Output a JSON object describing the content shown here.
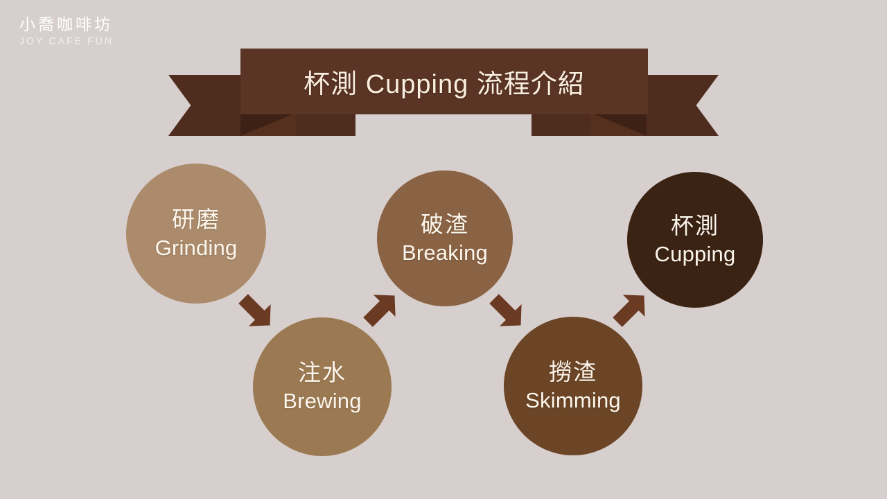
{
  "background_color": "#d7cfcd",
  "logo": {
    "name_cn": "小喬咖啡坊",
    "name_en": "JOY CAFE FUN",
    "color": "#ffffff"
  },
  "banner": {
    "title": "杯測 Cupping 流程介紹",
    "band_color": "#5a3424",
    "tail_color": "#4e2c1e",
    "fold_color": "#3d2114",
    "text_color": "#faeedf"
  },
  "flow": {
    "steps": [
      {
        "cn": "研磨",
        "en": "Grinding",
        "color": "#ab8b6b"
      },
      {
        "cn": "注水",
        "en": "Brewing",
        "color": "#9b7a53"
      },
      {
        "cn": "破渣",
        "en": "Breaking",
        "color": "#8a6344"
      },
      {
        "cn": "撈渣",
        "en": "Skimming",
        "color": "#6b4526"
      },
      {
        "cn": "杯測",
        "en": "Cupping",
        "color": "#3b2314"
      }
    ],
    "arrows": [
      {
        "from": "研磨",
        "to": "注水",
        "direction": "down-right"
      },
      {
        "from": "注水",
        "to": "破渣",
        "direction": "up-right"
      },
      {
        "from": "破渣",
        "to": "撈渣",
        "direction": "down-right"
      },
      {
        "from": "撈渣",
        "to": "杯測",
        "direction": "up-right"
      }
    ],
    "arrow_color": "#6b3a22"
  }
}
